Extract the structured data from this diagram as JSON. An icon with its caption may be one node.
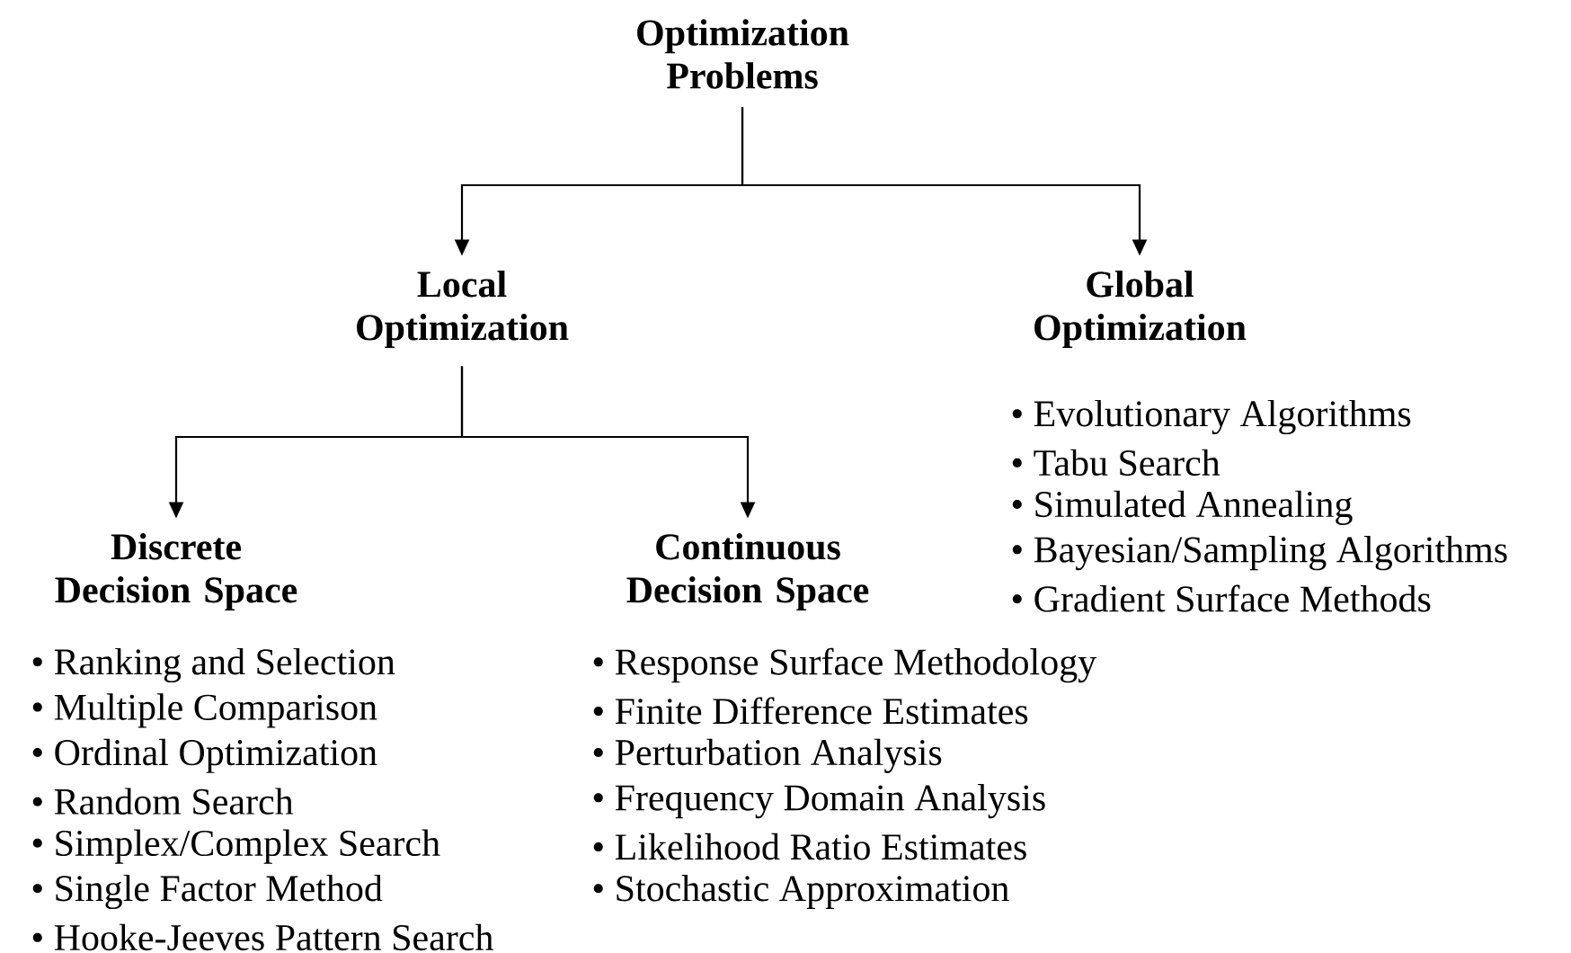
{
  "diagram": {
    "nodes": [
      {
        "text": [
          "Optimization Problems"
        ]
      },
      {
        "text": [
          "Local Optimization"
        ]
      },
      {
        "text": [
          "Global Optimization"
        ],
        "beside": [
          "• Evolutionary Algorithms",
          "• Tabu Search",
          "• Simulated Annealing",
          "• Bayesian/Sampling Algorithms",
          "• Gradient Surface Methods"
        ]
      },
      {
        "text": [
          "Discrete Decision Space"
        ],
        "beside": [
          "• Ranking and Selection",
          "• Multiple Comparison",
          "• Ordinal Optimization",
          "• Random Search",
          "• Simplex/Complex Search",
          "• Single Factor Method",
          "• Hooke-Jeeves Pattern Search"
        ]
      },
      {
        "text": [
          "Continuous Decision Space"
        ],
        "beside": [
          "• Response Surface Methodology",
          "• Finite Difference Estimates",
          "• Perturbation Analysis",
          "• Frequency Domain Analysis",
          "• Likelihood Ratio Estimates",
          "• Stochastic Approximation"
        ]
      }
    ],
    "edges": [
      {
        "from": 0,
        "to": 1,
        "arrow": "to"
      },
      {
        "from": 0,
        "to": 2,
        "arrow": "to"
      },
      {
        "from": 1,
        "to": 3,
        "arrow": "to"
      },
      {
        "from": 1,
        "to": 4,
        "arrow": "to"
      }
    ]
  }
}
